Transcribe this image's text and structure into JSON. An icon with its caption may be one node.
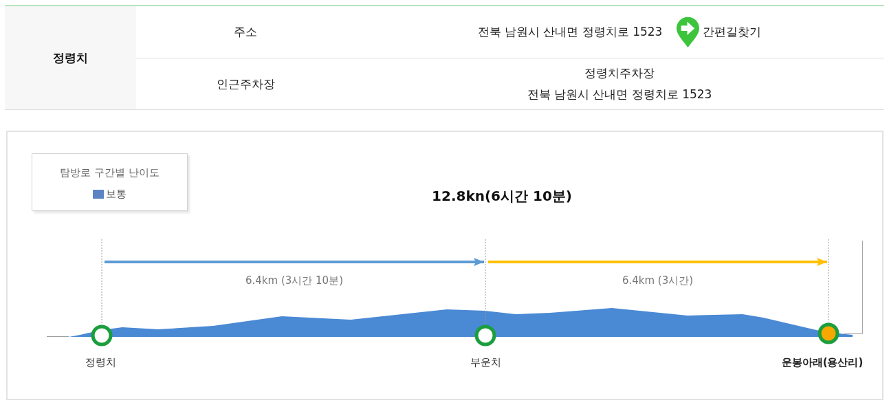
{
  "diagram": {
    "nodes": [
      {
        "text": [
          "정령치"
        ]
      },
      {
        "text": [
          "부운치"
        ]
      },
      {
        "text": [
          "운봉아래(용산리)"
        ]
      }
    ],
    "edges": [
      {
        "from": 0,
        "to": 1,
        "arrow": "to",
        "label": "6.4km (3시간 10분)",
        "color": "#5b9bd5"
      },
      {
        "from": 1,
        "to": 2,
        "arrow": "to",
        "label": "6.4km (3시간)",
        "color": "#ffc000"
      }
    ],
    "labels": [
      "정령치",
      "주소",
      "전북 남원시 산내면 정령치로 1523",
      "간편길찾기",
      "인근주차장",
      "정령치주차장",
      "전북 남원시 산내면 정령치로 1523",
      "탐방로 구간별 난이도",
      "12.8kn(6시간 10분)"
    ],
    "legend": [
      {
        "text": "보통",
        "color": "#5b84c4"
      }
    ]
  }
}
